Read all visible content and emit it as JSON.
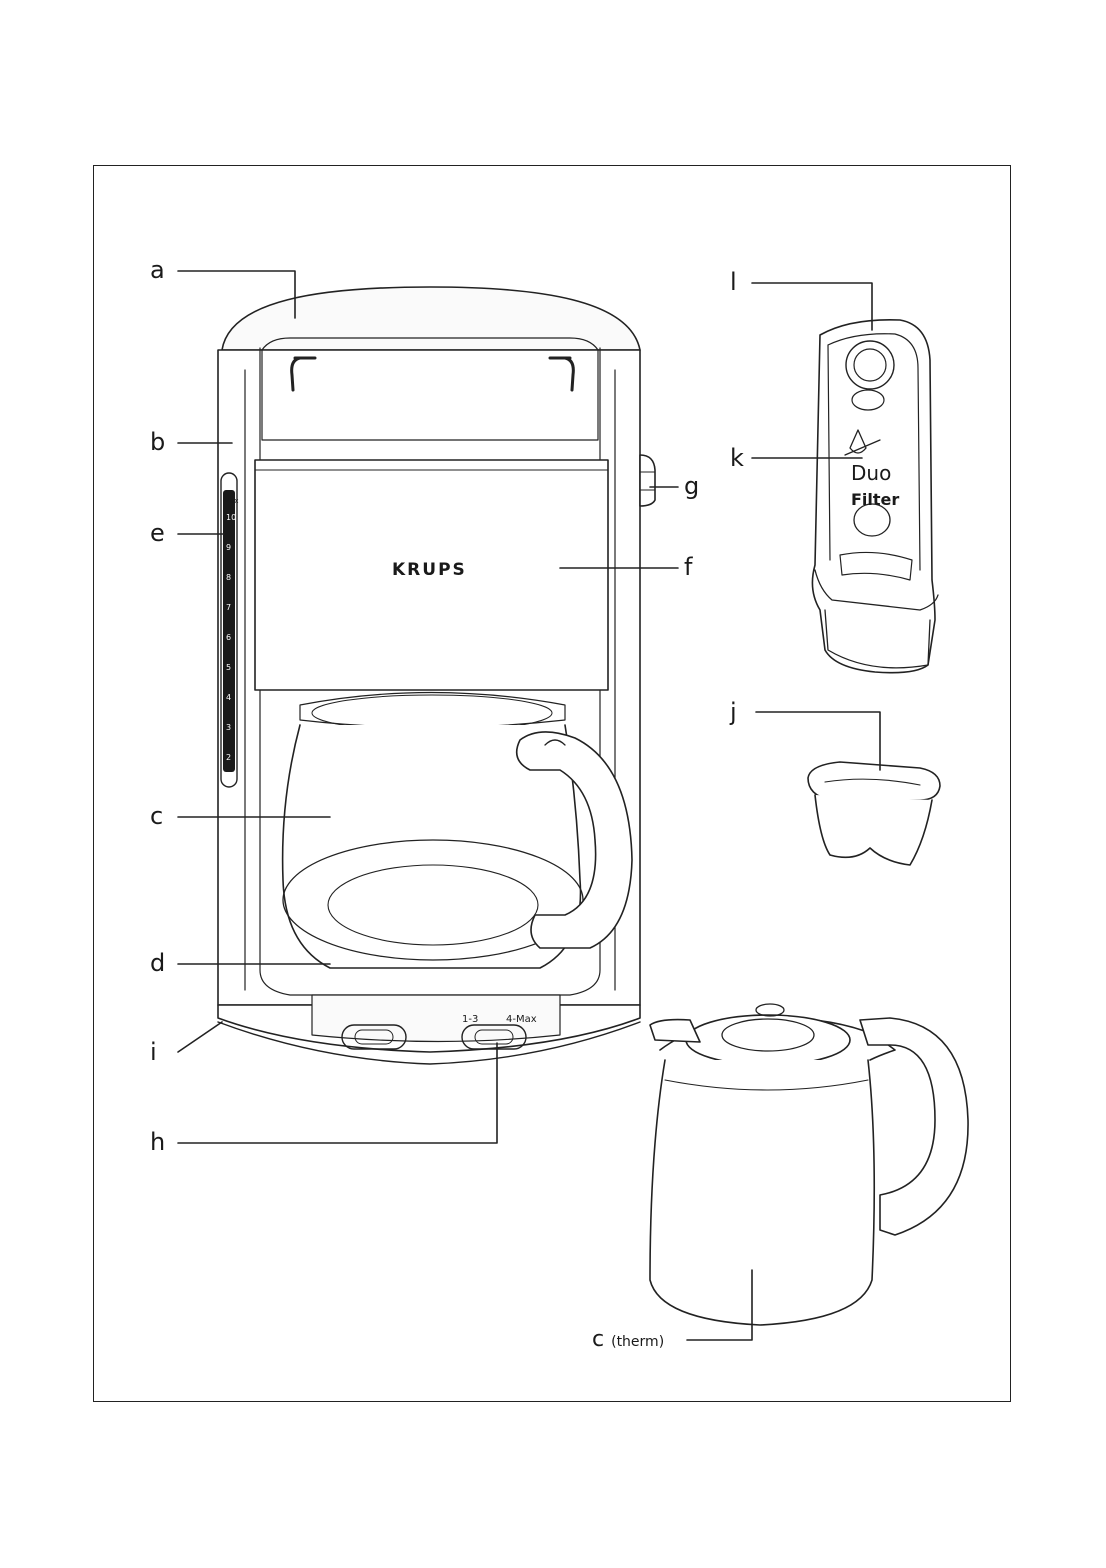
{
  "labels": {
    "a": "a",
    "b": "b",
    "e": "e",
    "c": "c",
    "d": "d",
    "i": "i",
    "h": "h",
    "f": "f",
    "g": "g",
    "l": "l",
    "k": "k",
    "j": "j",
    "c_therm_letter": "c",
    "c_therm_suffix": "(therm)"
  },
  "machine": {
    "brand": "KRUPS",
    "button_small": "1-3",
    "button_max": "4-Max",
    "gauge_max": "Max",
    "gauge_ticks": [
      "10",
      "9",
      "8",
      "7",
      "6",
      "5",
      "4",
      "3",
      "2"
    ]
  },
  "filter": {
    "line1": "Duo",
    "line2": "Filter"
  }
}
